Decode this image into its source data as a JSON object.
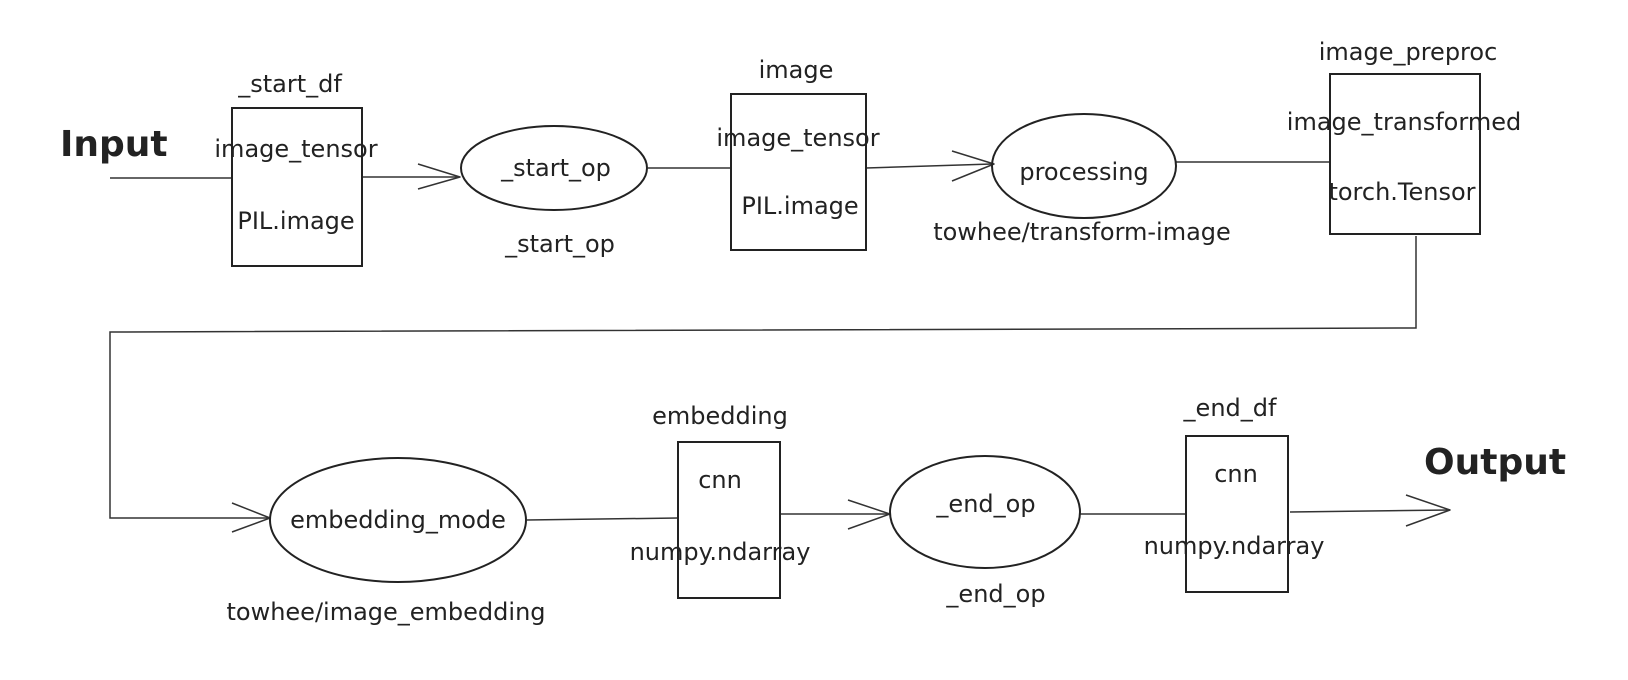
{
  "io": {
    "input": "Input",
    "output": "Output"
  },
  "start_df": {
    "title": "_start_df",
    "row1": "image_tensor",
    "row2": "PIL.image"
  },
  "start_op": {
    "name": "_start_op",
    "caption": "_start_op"
  },
  "image_df": {
    "title": "image",
    "row1": "image_tensor",
    "row2": "PIL.image"
  },
  "processing_op": {
    "name": "processing",
    "caption": "towhee/transform-image"
  },
  "preproc_df": {
    "title": "image_preproc",
    "row1": "image_transformed",
    "row2": "torch.Tensor"
  },
  "embedding_op": {
    "name": "embedding_mode",
    "caption": "towhee/image_embedding"
  },
  "embedding_df": {
    "title": "embedding",
    "row1": "cnn",
    "row2": "numpy.ndarray"
  },
  "end_op": {
    "name": "_end_op",
    "caption": "_end_op"
  },
  "end_df": {
    "title": "_end_df",
    "row1": "cnn",
    "row2": "numpy.ndarray"
  },
  "colors": {
    "ink": "#222222",
    "background": "#ffffff"
  }
}
